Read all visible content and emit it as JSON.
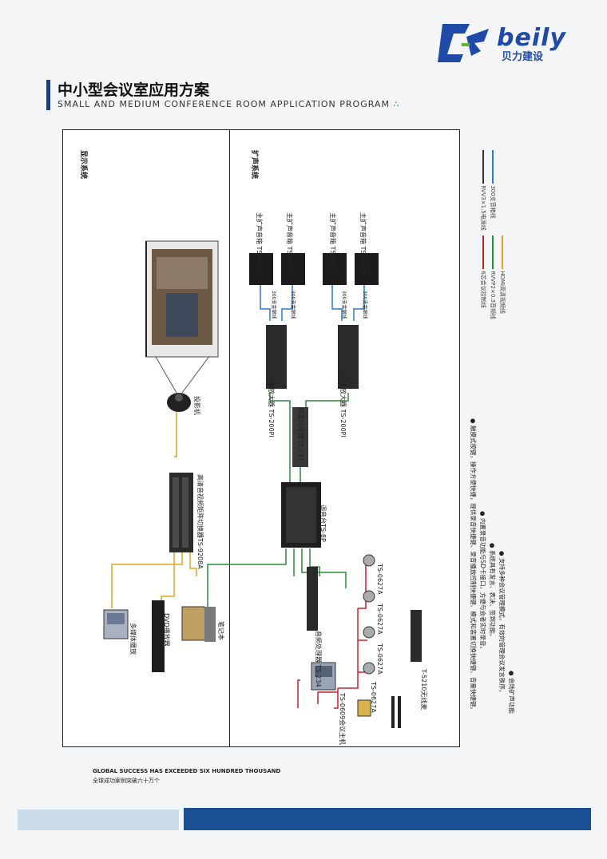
{
  "header": {
    "brand": "beily",
    "brand_cn": "贝力建设",
    "title_cn": "中小型会议室应用方案",
    "title_en": "SMALL AND MEDIUM CONFERENCE ROOM APPLICATION PROGRAM"
  },
  "sections": {
    "display": "显示系统",
    "sound": "扩声系统"
  },
  "devices": {
    "projector": "投影机",
    "matrix": "高清音视频矩阵切换器TS-9208A",
    "media_player": "多媒体播放",
    "dvd": "DVD播放器",
    "laptop": "笔记本",
    "speaker_1": "主扩声音箱  TS-605A",
    "speaker_2": "主扩声音箱  TS-605A",
    "speaker_3": "主扩声音箱  TS-605A",
    "speaker_4": "主扩声音箱  TS-605A",
    "amp_1": "功率放大器  TS-200PI",
    "amp_2": "功率放大器  TS-200PI",
    "processor": "前置处理器TS-211",
    "mixer": "调音台TS-8P",
    "audio_processor": "音频处理器  TS-234",
    "conf_host": "TS-0609会议主机",
    "mic_1": "TS-0627A",
    "mic_2": "TS-0627A",
    "mic_3": "TS-0627A",
    "mic_4": "TS-0627A",
    "wireless": "T-5210无线麦"
  },
  "cable_labels": {
    "c1": "300支金银线",
    "c2": "300支金银线",
    "c3": "300支金银线",
    "c4": "300支金银线"
  },
  "legend": [
    {
      "label": "6芯会议控制线",
      "color": "#c8202a"
    },
    {
      "label": "RVVP2×0.3音频线",
      "color": "#2e8b3a"
    },
    {
      "label": "HDMI高清视频线",
      "color": "#e6a31c"
    },
    {
      "label": "RVV3×1.5电源线",
      "color": "#333333"
    },
    {
      "label": "300支音箱线",
      "color": "#2f7ad1"
    }
  ],
  "features": [
    "触摸式按键，操作方便快捷，提供录音快捷键、录音播放控制快捷键、模式和装置切换快捷键、音量快捷键。",
    "内置录音功能与SD卡接口，方便与会者实时录音。",
    "系统具有发言、表决、签到功能。",
    "支持多种会议管理模式，有效的管理会议发言秩序。",
    "会场扩声功能"
  ],
  "footer": {
    "en": "GLOBAL SUCCESS HAS EXCEEDED SIX HUNDRED THOUSAND",
    "cn": "全球成功案例突破六十万个"
  },
  "colors": {
    "brand_blue": "#1f4aa8",
    "footer_dark": "#1a4f93",
    "footer_light": "#c9dbe8"
  }
}
